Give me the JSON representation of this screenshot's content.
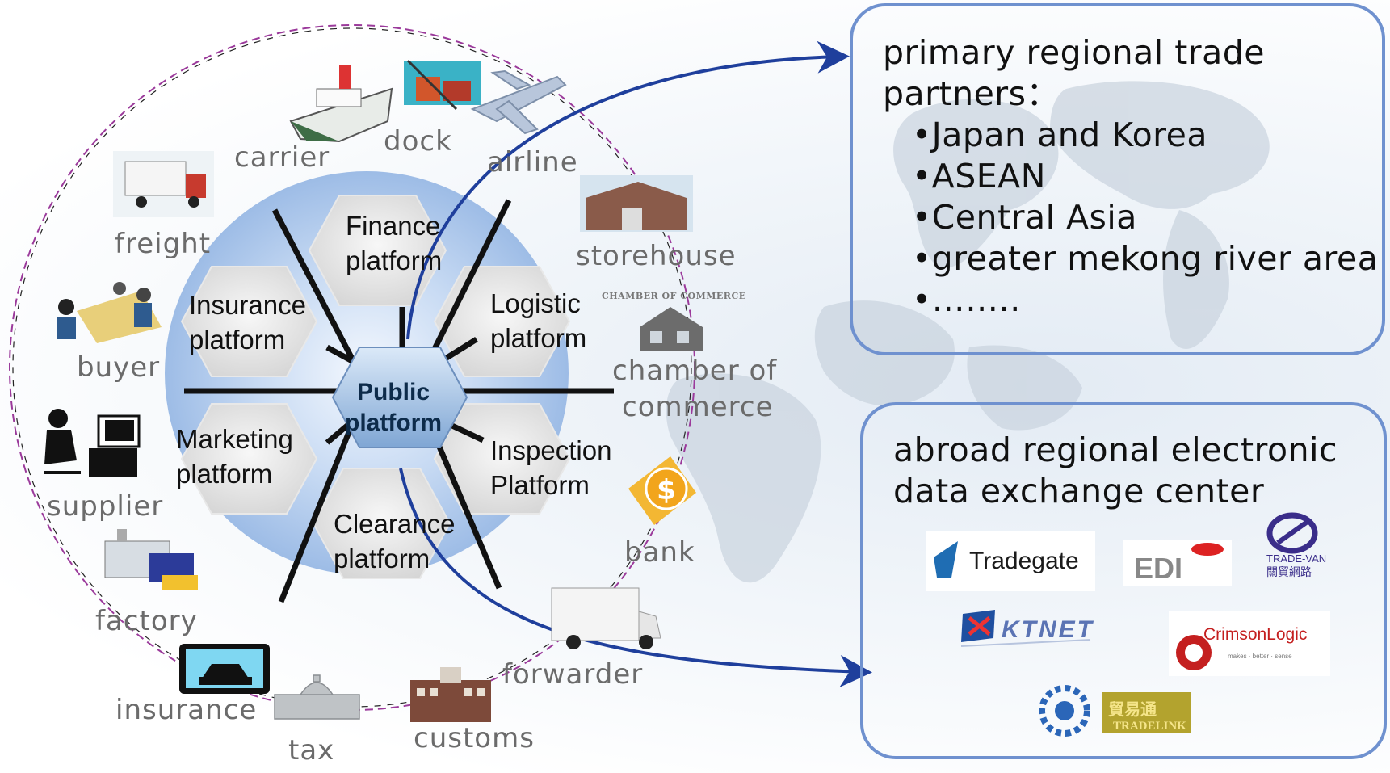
{
  "circle": {
    "center_label": [
      "Public",
      "platform"
    ],
    "platforms": [
      {
        "lines": [
          "Finance",
          "platform"
        ]
      },
      {
        "lines": [
          "Logistic",
          "platform"
        ]
      },
      {
        "lines": [
          "Inspection",
          "Platform"
        ]
      },
      {
        "lines": [
          "Clearance",
          "platform"
        ]
      },
      {
        "lines": [
          "Marketing",
          "platform"
        ]
      },
      {
        "lines": [
          "Insurance",
          "platform"
        ]
      }
    ],
    "participants": [
      {
        "label": "carrier",
        "icon": "ship-icon"
      },
      {
        "label": "dock",
        "icon": "port-cranes-icon"
      },
      {
        "label": "airline",
        "icon": "airplane-icon"
      },
      {
        "label": "freight",
        "icon": "truck-icon"
      },
      {
        "label": "storehouse",
        "icon": "warehouse-icon"
      },
      {
        "label": "buyer",
        "icon": "meeting-icon"
      },
      {
        "label": "chamber of",
        "icon": "house-icon"
      },
      {
        "label": "commerce",
        "icon": ""
      },
      {
        "label": "supplier",
        "icon": "office-worker-icon"
      },
      {
        "label": "bank",
        "icon": "coin-icon"
      },
      {
        "label": "factory",
        "icon": "factory-icon"
      },
      {
        "label": "forwarder",
        "icon": "delivery-truck-icon"
      },
      {
        "label": "insurance",
        "icon": "car-icon"
      },
      {
        "label": "tax",
        "icon": "capitol-icon"
      },
      {
        "label": "customs",
        "icon": "building-icon"
      }
    ],
    "chamber_sign": "CHAMBER OF COMMERCE"
  },
  "partners_box": {
    "title_lines": [
      "primary regional trade",
      "partners："
    ],
    "items": [
      "•Japan and Korea",
      "•ASEAN",
      "•Central Asia",
      "•greater mekong river area",
      "•…….."
    ]
  },
  "exchange_box": {
    "title_lines": [
      "abroad regional electronic",
      "data exchange center"
    ],
    "logos": [
      {
        "name": "Tradegate"
      },
      {
        "name": "EDI"
      },
      {
        "name": "TRADE-VAN",
        "sub": "關貿網路"
      },
      {
        "name": "KTNET"
      },
      {
        "name": "CrimsonLogic",
        "sub": "makes · better · sense"
      },
      {
        "name": "TRADELINK",
        "sub": "貿易通"
      }
    ]
  },
  "colors": {
    "arrow": "#1f3f9c",
    "box_border": "#6f91cf",
    "spoke": "#111111",
    "hub": "#a9c6ec",
    "hexagon": "#e2e2e2",
    "label_grey": "#6b6b6b",
    "outer_circle": "#9b3a9b"
  }
}
